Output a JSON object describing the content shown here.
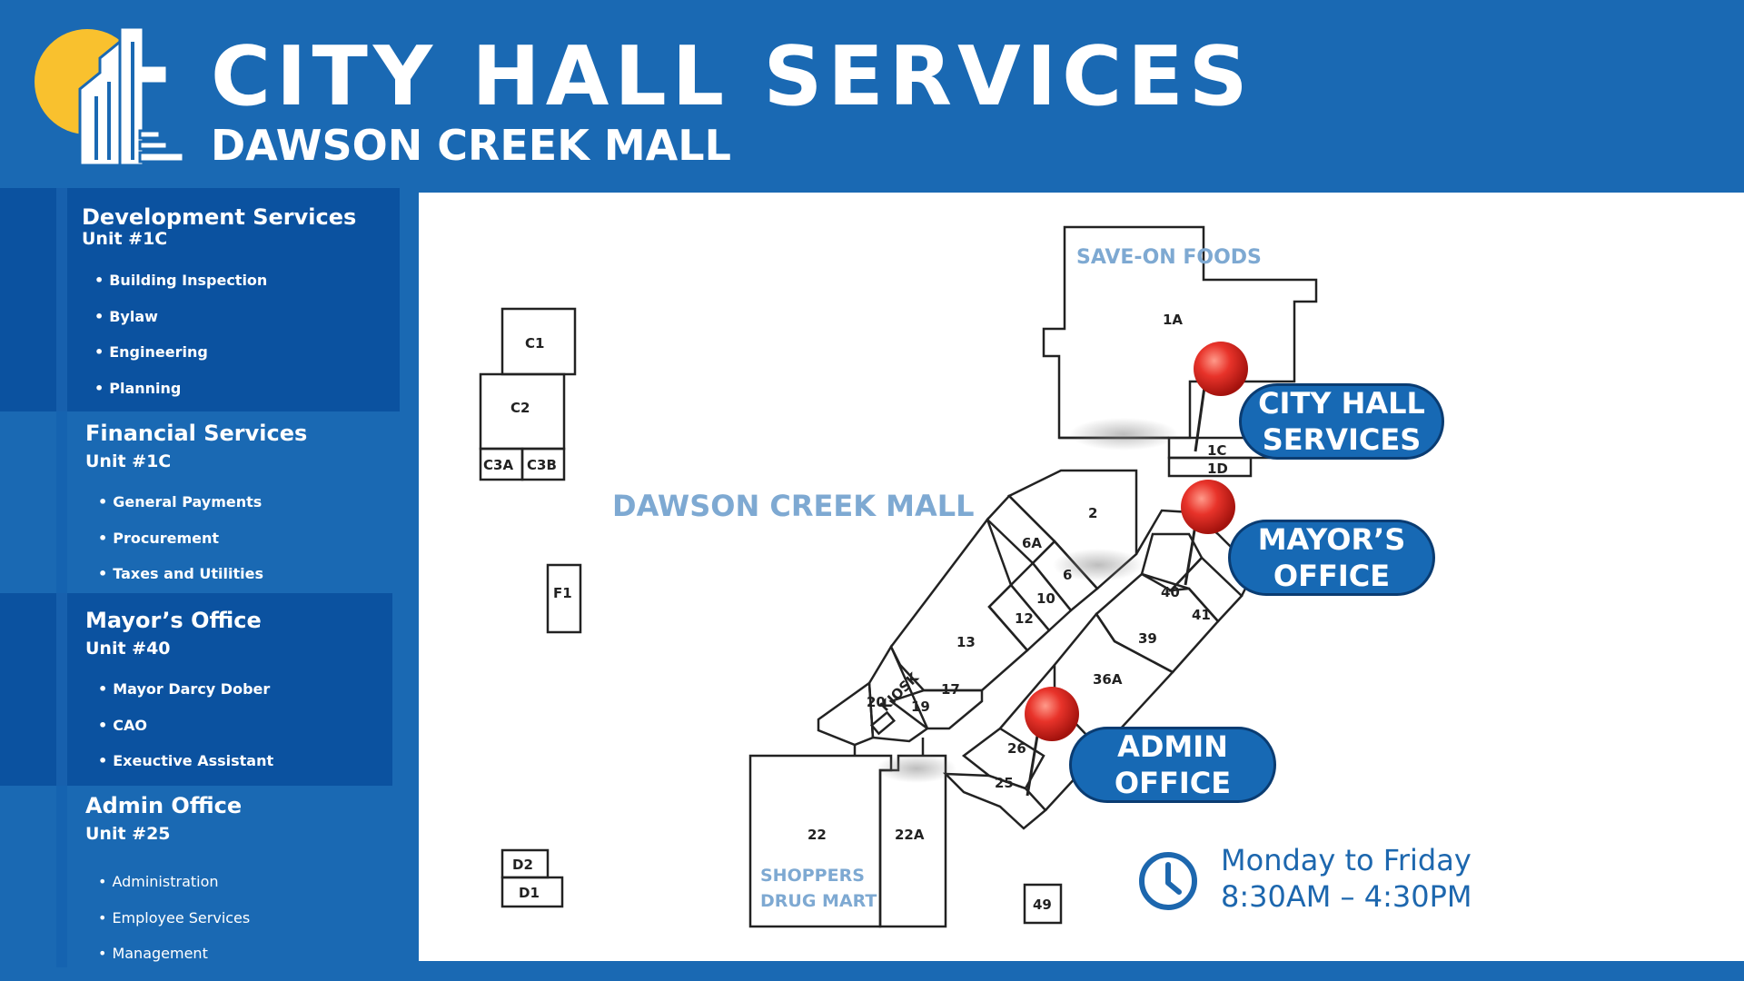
{
  "header": {
    "title": "CITY HALL SERVICES",
    "subtitle": "DAWSON CREEK MALL",
    "logo_icon": "city-hall-sun-logo",
    "colors": {
      "background": "#1a69b3",
      "sun": "#f9c12e"
    }
  },
  "sidebar": [
    {
      "heading": "Development Services",
      "unit": "Unit #1C",
      "items": [
        "Building Inspection",
        "Bylaw",
        "Engineering",
        "Planning"
      ]
    },
    {
      "heading": "Financial Services",
      "unit": "Unit #1C",
      "items": [
        "General Payments",
        "Procurement",
        "Taxes and Utilities"
      ]
    },
    {
      "heading": "Mayor’s Office",
      "unit": "Unit #40",
      "items": [
        "Mayor Darcy Dober",
        "CAO",
        "Exeuctive Assistant"
      ]
    },
    {
      "heading": "Admin Office",
      "unit": "Unit #25",
      "items": [
        "Administration",
        "Employee Services",
        "Management"
      ]
    }
  ],
  "map": {
    "mall_label": "DAWSON CREEK MALL",
    "stores": {
      "save_on": "SAVE-ON FOODS",
      "shoppers_line1": "SHOPPERS",
      "shoppers_line2": "DRUG MART"
    },
    "units": {
      "c1": "C1",
      "c2": "C2",
      "c3a": "C3A",
      "c3b": "C3B",
      "f1": "F1",
      "d1": "D1",
      "d2": "D2",
      "u1a": "1A",
      "u1c": "1C",
      "u1d": "1D",
      "u2": "2",
      "u6a": "6A",
      "u6": "6",
      "u10": "10",
      "u12": "12",
      "u13": "13",
      "u17": "17",
      "u19": "19",
      "u20": "20",
      "kiosk": "KIOSK",
      "u26": "26",
      "u25": "25",
      "u22": "22",
      "u22a": "22A",
      "u40": "40",
      "u41": "41",
      "u39": "39",
      "u36a": "36A",
      "u49": "49"
    },
    "callouts": {
      "city_hall_line1": "CITY HALL",
      "city_hall_line2": "SERVICES",
      "mayor_line1": "MAYOR’S",
      "mayor_line2": "OFFICE",
      "admin_line1": "ADMIN",
      "admin_line2": "OFFICE"
    },
    "pin_icon": "red-map-pin",
    "pin_color": "#e8332a"
  },
  "hours": {
    "days": "Monday to Friday",
    "time": "8:30AM – 4:30PM",
    "icon": "clock-icon"
  }
}
